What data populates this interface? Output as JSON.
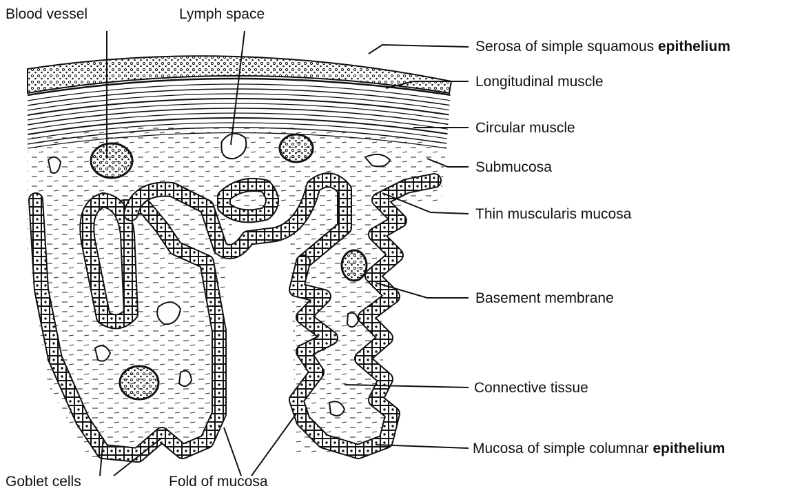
{
  "labels": {
    "blood_vessel": "Blood vessel",
    "lymph_space": "Lymph space",
    "serosa": "Serosa of simple squamous",
    "serosa_bold": "epithelium",
    "longitudinal_muscle": "Longitudinal muscle",
    "circular_muscle": "Circular muscle",
    "submucosa": "Submucosa",
    "thin_muscularis_mucosa": "Thin muscularis mucosa",
    "basement_membrane": "Basement membrane",
    "connective_tissue": "Connective tissue",
    "mucosa_columnar": "Mucosa of simple columnar",
    "mucosa_columnar_bold": "epithelium",
    "goblet_cells": "Goblet cells",
    "fold_of_mucosa": "Fold of mucosa"
  },
  "colors": {
    "ink": "#111111",
    "paper": "#ffffff"
  }
}
